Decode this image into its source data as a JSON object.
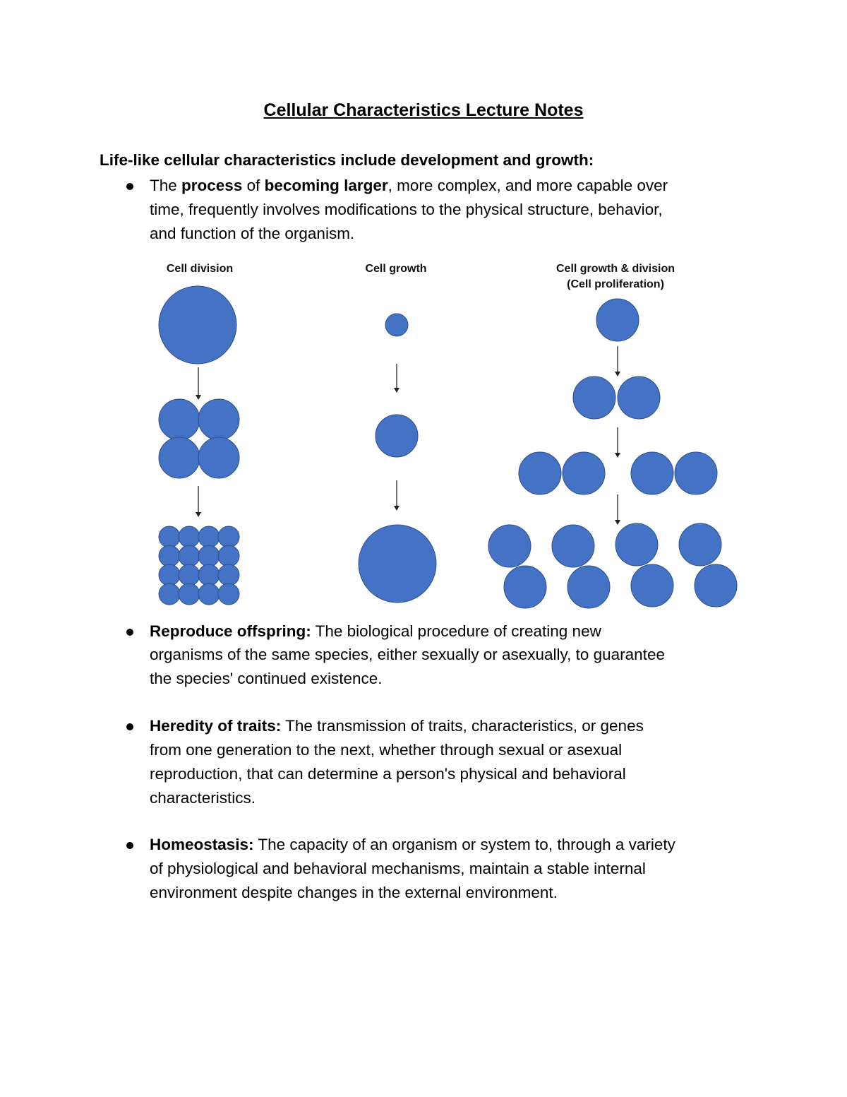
{
  "title": "Cellular Characteristics Lecture Notes",
  "heading": "Life-like cellular characteristics include development and growth:",
  "bullets": [
    {
      "lines": [
        [
          {
            "t": "The ",
            "b": false
          },
          {
            "t": "process",
            "b": true
          },
          {
            "t": " of ",
            "b": false
          },
          {
            "t": "becoming larger",
            "b": true
          },
          {
            "t": ", more complex, and more capable over",
            "b": false
          }
        ],
        [
          {
            "t": "time, frequently involves modifications to the physical structure, behavior,",
            "b": false
          }
        ],
        [
          {
            "t": "and function of the organism.",
            "b": false
          }
        ]
      ]
    },
    {
      "lines": [
        [
          {
            "t": "Reproduce offspring:",
            "b": true
          },
          {
            "t": " The biological procedure of creating new",
            "b": false
          }
        ],
        [
          {
            "t": "organisms of the same species, either sexually or asexually, to guarantee",
            "b": false
          }
        ],
        [
          {
            "t": "the species' continued existence.",
            "b": false
          }
        ]
      ]
    },
    {
      "lines": [
        [
          {
            "t": "Heredity of traits:",
            "b": true
          },
          {
            "t": " The transmission of traits, characteristics, or genes",
            "b": false
          }
        ],
        [
          {
            "t": "from one generation to the next, whether through sexual or asexual",
            "b": false
          }
        ],
        [
          {
            "t": "reproduction, that can determine a person's physical and behavioral",
            "b": false
          }
        ],
        [
          {
            "t": "characteristics.",
            "b": false
          }
        ]
      ]
    },
    {
      "lines": [
        [
          {
            "t": "Homeostasis:",
            "b": true
          },
          {
            "t": " The capacity of an organism or system to, through a variety",
            "b": false
          }
        ],
        [
          {
            "t": "of physiological and behavioral mechanisms, maintain a stable internal",
            "b": false
          }
        ],
        [
          {
            "t": "environment despite changes in the external environment.",
            "b": false
          }
        ]
      ]
    }
  ],
  "diagram": {
    "labels": {
      "division": "Cell division",
      "growth": "Cell growth",
      "proliferation_1": "Cell growth & division",
      "proliferation_2": "(Cell proliferation)"
    },
    "cell_fill": "#4472C4",
    "cell_stroke": "#2F4F8F"
  }
}
